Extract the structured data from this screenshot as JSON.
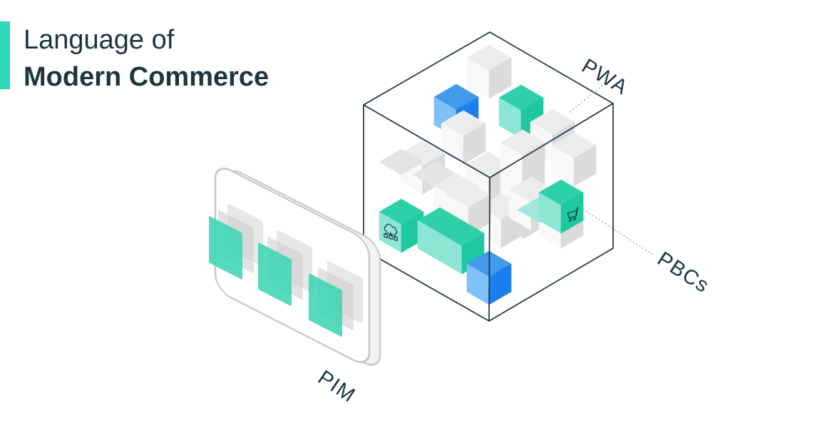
{
  "title": {
    "line1": "Language of",
    "line2": "Modern Commerce"
  },
  "diagram": {
    "labels": {
      "pwa": "PWA",
      "pbcs": "PBCs",
      "pim": "PIM"
    },
    "icons": {
      "cloud": "cloud-network-icon",
      "cart": "shopping-cart-icon"
    },
    "colors": {
      "ink": "#1b3641",
      "accent": "#2fd7b7",
      "dotted": "#a3aeb3",
      "blue_top": "#439aec",
      "blue_left": "#7fc0f8",
      "blue_right": "#1a80ee",
      "teal_top": "#2fcfa8",
      "teal_left": "#8de5d3",
      "teal_right": "#1fc9a0",
      "gray_top": "#ececec",
      "gray_left": "#f8f8f8",
      "gray_right": "#dbdbdb",
      "flat_gray": "#e4e4e4",
      "flat_teal": "#9fe9d8",
      "tile_teal": "#3ed6b2",
      "tile_gray_mid": "#cfcfcf",
      "tile_gray_light": "#e4e4e4",
      "card_border": "#c9c9c9",
      "card_side": "#f4f4f4",
      "card_face": "#ffffff"
    }
  }
}
